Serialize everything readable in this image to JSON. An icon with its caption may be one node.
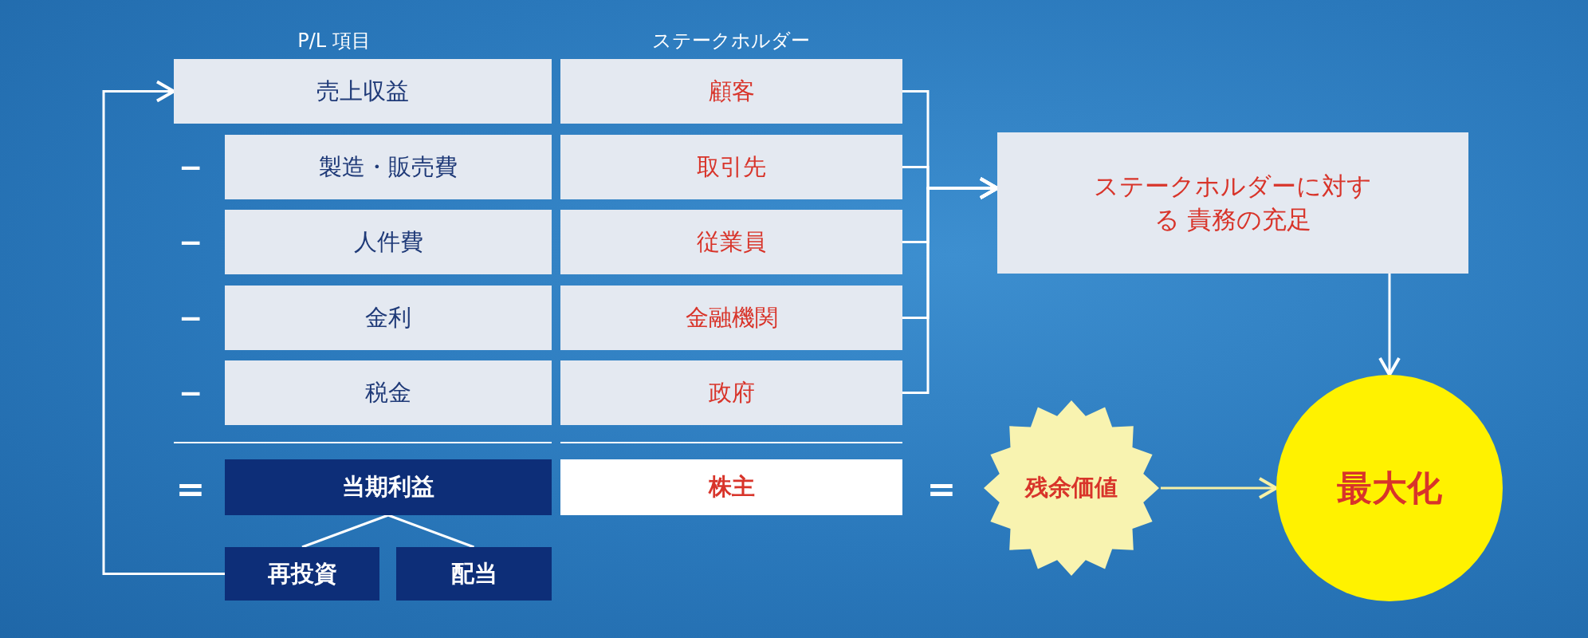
{
  "diagram": {
    "nodes": [
      {
        "text": [
          "売上収益"
        ]
      },
      {
        "text": [
          "顧客"
        ]
      },
      {
        "text": [
          "製造・販売費"
        ]
      },
      {
        "text": [
          "取引先"
        ]
      },
      {
        "text": [
          "人件費"
        ]
      },
      {
        "text": [
          "従業員"
        ]
      },
      {
        "text": [
          "金利"
        ]
      },
      {
        "text": [
          "金融機関"
        ]
      },
      {
        "text": [
          "税金"
        ]
      },
      {
        "text": [
          "政府"
        ]
      },
      {
        "text": [
          "当期利益"
        ]
      },
      {
        "text": [
          "株主"
        ]
      },
      {
        "text": [
          "再投資"
        ]
      },
      {
        "text": [
          "配当"
        ]
      },
      {
        "text": [
          "ステークホルダーに対する 責務の充足"
        ]
      },
      {
        "text": [
          "残余価値"
        ]
      },
      {
        "text": [
          "最大化"
        ]
      }
    ],
    "edges": [
      {
        "from": 12,
        "to": 0,
        "arrow": "to"
      },
      {
        "from": 10,
        "to": 12,
        "arrow": "none"
      },
      {
        "from": 10,
        "to": 13,
        "arrow": "none"
      },
      {
        "from": 1,
        "to": 14,
        "arrow": "to"
      },
      {
        "from": 3,
        "to": 14,
        "arrow": "to"
      },
      {
        "from": 5,
        "to": 14,
        "arrow": "to"
      },
      {
        "from": 7,
        "to": 14,
        "arrow": "to"
      },
      {
        "from": 9,
        "to": 14,
        "arrow": "to"
      },
      {
        "from": 14,
        "to": 16,
        "arrow": "to"
      },
      {
        "from": 15,
        "to": 16,
        "arrow": "to",
        "color": "#f6f0a6"
      }
    ],
    "labels": [
      "P/L 項目",
      "ステークホルダー",
      "−",
      "−",
      "−",
      "−",
      "=",
      "="
    ]
  }
}
